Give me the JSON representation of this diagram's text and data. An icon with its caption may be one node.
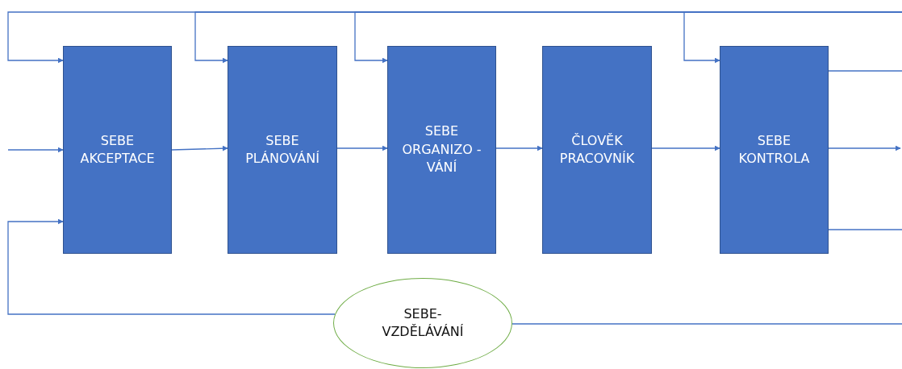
{
  "diagram": {
    "nodes": [
      {
        "text": [
          "SEBE AKCEPTACE"
        ]
      },
      {
        "text": [
          "SEBE PLÁNOVÁNÍ"
        ]
      },
      {
        "text": [
          "SEBE ORGANIZO - VÁNÍ"
        ]
      },
      {
        "text": [
          "ČLOVĚK PRACOVNÍK"
        ]
      },
      {
        "text": [
          "SEBE KONTROLA"
        ]
      },
      {
        "text": [
          "SEBE- VZDĚLÁVÁNÍ"
        ]
      }
    ],
    "edges": [
      {
        "from": null,
        "to": 0,
        "arrow": "to"
      },
      {
        "from": 0,
        "to": 1,
        "arrow": "to"
      },
      {
        "from": 1,
        "to": 2,
        "arrow": "to"
      },
      {
        "from": 2,
        "to": 3,
        "arrow": "to"
      },
      {
        "from": 3,
        "to": 4,
        "arrow": "to"
      },
      {
        "from": 4,
        "to": null,
        "arrow": "to"
      },
      {
        "from": null,
        "to": 0,
        "arrow": "to"
      },
      {
        "from": null,
        "to": 1,
        "arrow": "to"
      },
      {
        "from": null,
        "to": 2,
        "arrow": "to"
      },
      {
        "from": null,
        "to": 4,
        "arrow": "to"
      },
      {
        "from": 4,
        "to": null,
        "arrow": "none"
      },
      {
        "from": 4,
        "to": null,
        "arrow": "none"
      },
      {
        "from": null,
        "to": 5,
        "arrow": "none"
      },
      {
        "from": 5,
        "to": 0,
        "arrow": "to"
      }
    ]
  }
}
